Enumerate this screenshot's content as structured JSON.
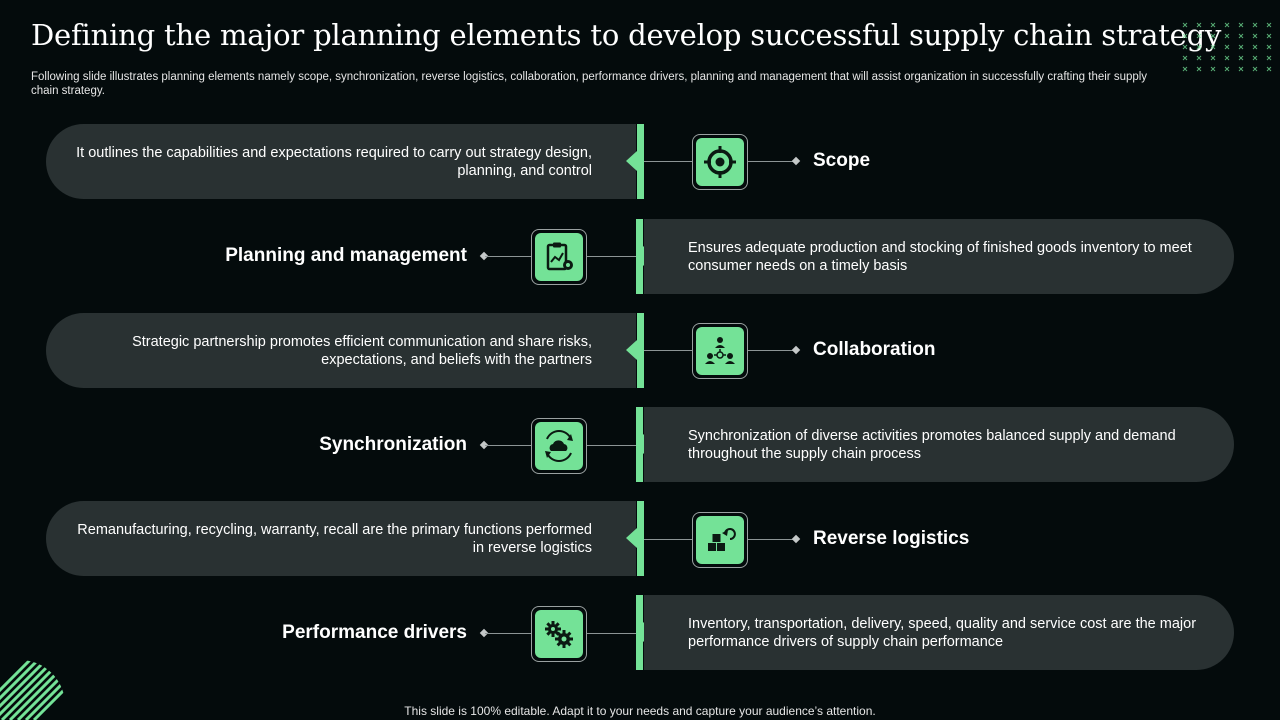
{
  "header": {
    "title": "Defining the major planning elements to develop successful supply chain strategy",
    "subtitle": "Following slide illustrates planning elements namely scope, synchronization, reverse logistics, collaboration, performance drivers, planning and management that will assist organization in successfully crafting their supply chain strategy."
  },
  "rows": [
    {
      "label": "Scope",
      "text": "It outlines the capabilities and expectations required to carry out  strategy design, planning, and control",
      "icon": "target-icon"
    },
    {
      "label": "Planning and management",
      "text": "Ensures adequate production and stocking of finished goods inventory to meet consumer needs on a timely basis",
      "icon": "clipboard-gear-icon"
    },
    {
      "label": "Collaboration",
      "text": "Strategic partnership promotes efficient communication and share risks, expectations, and beliefs with the partners",
      "icon": "team-network-icon"
    },
    {
      "label": "Synchronization",
      "text": "Synchronization of diverse activities promotes balanced supply and demand throughout the supply chain process",
      "icon": "cloud-sync-icon"
    },
    {
      "label": "Reverse logistics",
      "text": "Remanufacturing, recycling, warranty, recall are the primary functions performed in reverse logistics",
      "icon": "boxes-return-icon"
    },
    {
      "label": "Performance drivers",
      "text": "Inventory, transportation, delivery, speed, quality and service cost are the major performance drivers of supply chain performance",
      "icon": "gears-icon"
    }
  ],
  "footer": {
    "text": "This slide is 100% editable. Adapt it to your needs and capture your audience’s attention."
  },
  "colors": {
    "accent": "#74e297",
    "background": "#040b0c",
    "pill": "#293132"
  }
}
